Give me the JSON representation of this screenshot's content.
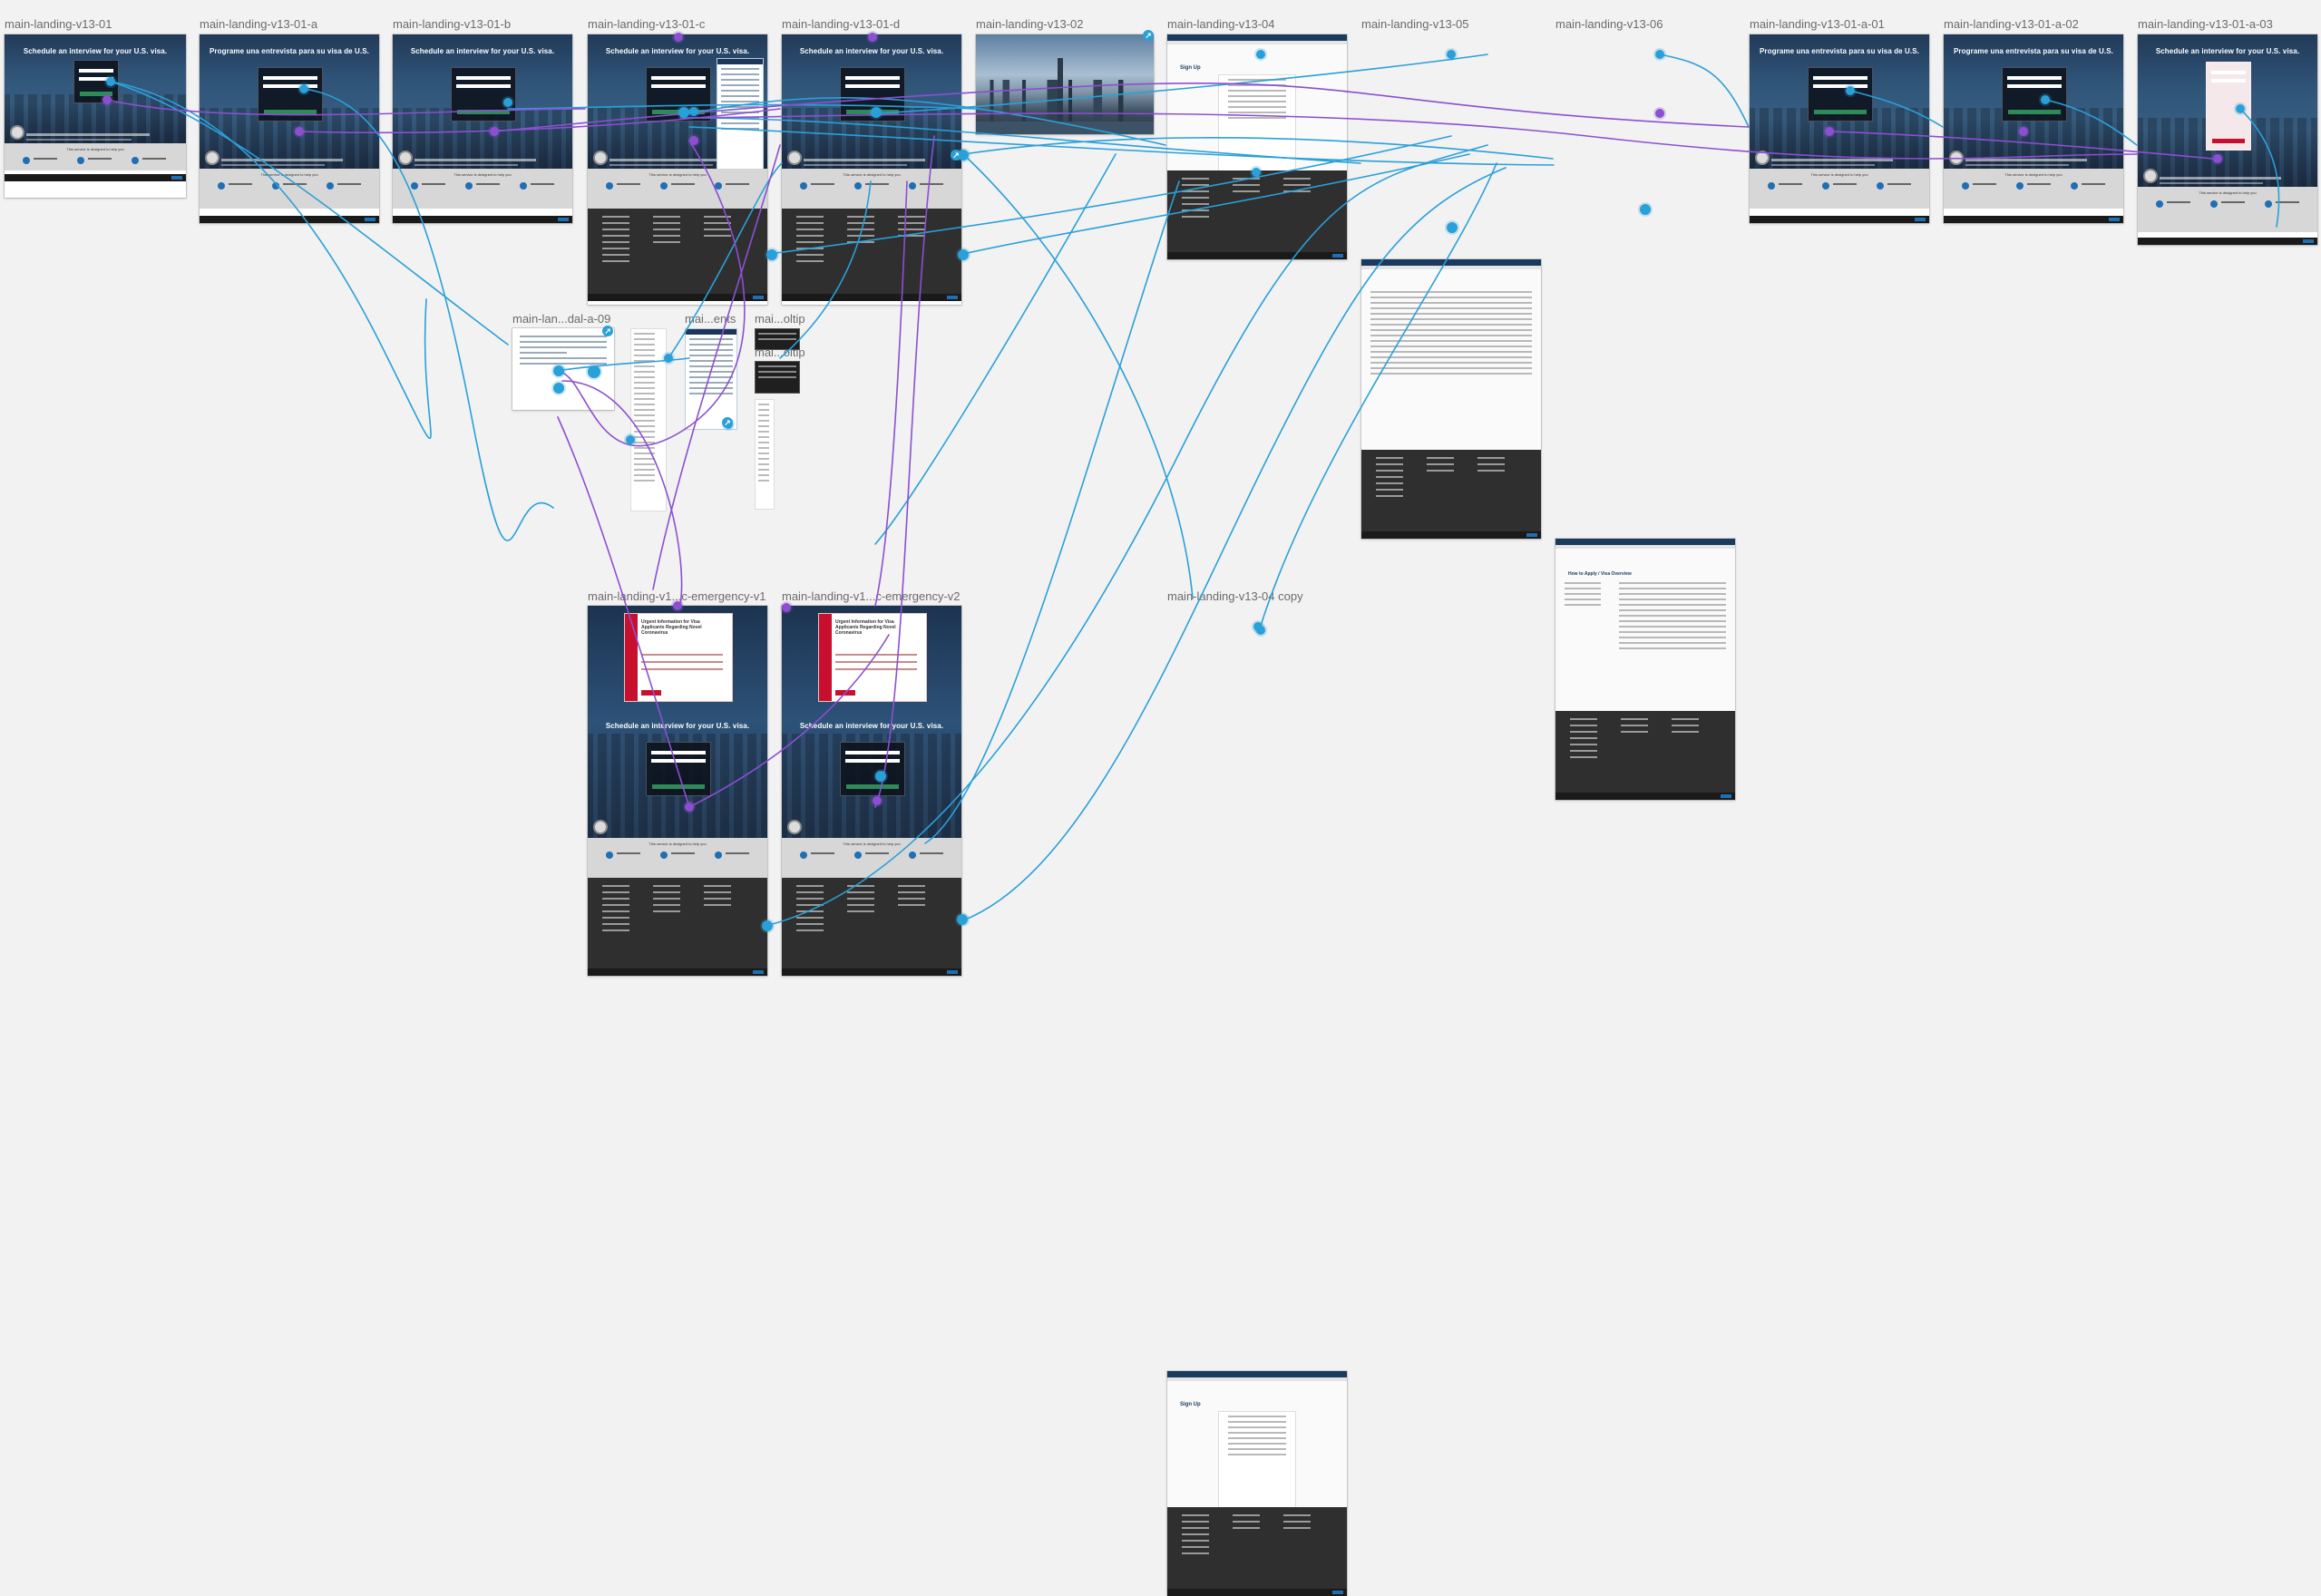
{
  "canvas": {
    "frames": [
      {
        "id": "f01",
        "label": "main-landing-v13-01",
        "kind": "landing",
        "hero_title": "Schedule an interview for your U.S. visa.",
        "help_title": "This service is designed to help you"
      },
      {
        "id": "f01a",
        "label": "main-landing-v13-01-a",
        "kind": "landing",
        "hero_title": "Programe una entrevista para su visa de U.S.",
        "help_title": "This service is designed to help you"
      },
      {
        "id": "f01b",
        "label": "main-landing-v13-01-b",
        "kind": "landing",
        "hero_title": "Schedule an interview for your U.S. visa.",
        "help_title": "This service is designed to help you"
      },
      {
        "id": "f01c",
        "label": "main-landing-v13-01-c",
        "kind": "landing",
        "hero_title": "Schedule an interview for your U.S. visa.",
        "help_title": "This service is designed to help you"
      },
      {
        "id": "f01d",
        "label": "main-landing-v13-01-d",
        "kind": "landing",
        "hero_title": "Schedule an interview for your U.S. visa.",
        "help_title": "This service is designed to help you"
      },
      {
        "id": "f02",
        "label": "main-landing-v13-02",
        "kind": "photo"
      },
      {
        "id": "f04",
        "label": "main-landing-v13-04",
        "kind": "signup",
        "page_title": "Sign Up"
      },
      {
        "id": "f05",
        "label": "main-landing-v13-05",
        "kind": "table"
      },
      {
        "id": "f06",
        "label": "main-landing-v13-06",
        "kind": "article",
        "page_title": "How to Apply / Visa Overview"
      },
      {
        "id": "f01a01",
        "label": "main-landing-v13-01-a-01",
        "kind": "landing",
        "hero_title": "Programe una entrevista para su visa de U.S.",
        "help_title": "This service is designed to help you"
      },
      {
        "id": "f01a02",
        "label": "main-landing-v13-01-a-02",
        "kind": "landing",
        "hero_title": "Programe una entrevista para su visa de U.S.",
        "help_title": "This service is designed to help you"
      },
      {
        "id": "f01a03",
        "label": "main-landing-v13-01-a-03",
        "kind": "landing",
        "hero_title": "Schedule an interview for your U.S. visa.",
        "help_title": "This service is designed to help you"
      },
      {
        "id": "fmodal",
        "label": "main-lan...dal-a-09",
        "kind": "modal"
      },
      {
        "id": "fents",
        "label": "mai...ents",
        "kind": "popup"
      },
      {
        "id": "fltip1",
        "label": "mai...oltip",
        "kind": "tooltip"
      },
      {
        "id": "fltip2",
        "label": "mai...oltip",
        "kind": "tooltip"
      },
      {
        "id": "femv1",
        "label": "main-landing-v1...c-emergency-v1",
        "kind": "emergency",
        "alert_title": "Urgent Information for Visa Applicants Regarding Novel Coronavirus",
        "hero_title": "Schedule an interview for your U.S. visa.",
        "help_title": "This service is designed to help you"
      },
      {
        "id": "femv2",
        "label": "main-landing-v1...c-emergency-v2",
        "kind": "emergency",
        "alert_title": "Urgent Information for Visa Applicants Regarding Novel Coronavirus",
        "hero_title": "Schedule an interview for your U.S. visa.",
        "help_title": "This service is designed to help you"
      },
      {
        "id": "f04copy",
        "label": "main-landing-v13-04 copy",
        "kind": "signup",
        "page_title": "Sign Up"
      }
    ],
    "colors": {
      "canvas": "#f2f2f2",
      "link_blue": "#2aa0d8",
      "link_purple": "#8c4fd1",
      "hero_navy": "#223a58",
      "alert_red": "#c8102e"
    },
    "icons": {
      "start": "flow-start-icon",
      "hotspot": "prototype-hotspot-icon"
    }
  }
}
